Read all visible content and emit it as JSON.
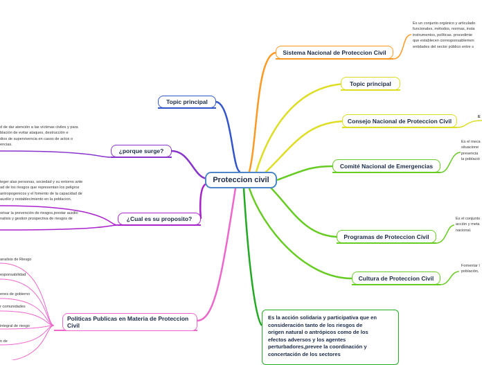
{
  "central": {
    "label": "Proteccion civil"
  },
  "left": {
    "topic": {
      "label": "Topic principal"
    },
    "porque": {
      "label": "¿porque surge?",
      "note": "d de dar atención a las víctimas civiles y para\nblación de evitar ataques, destrucción e\ndios de supervivencia en casos de actos o\nencias."
    },
    "proposito": {
      "label": "¿Cual es su proposito?",
      "note1": "teger alas personas, sociedad y su entorno ante\nad de los riesgos que representan los peligros\nantropogenicos y el fomento de la capacidad de\nauxilio y restablecimiento en la poblacion.",
      "note2": "orisar la prevención de riesgos,prestar auxilio\nnalisis y gestion prospectiva de riesgos de"
    },
    "politicas": {
      "label1": "Politicas Publicas en Materia de Proteccion",
      "label2": "Civil",
      "items": [
        "analisis de Riesgo",
        "esponsabilidad",
        "enes de gobierno",
        "r comunidades",
        "integral de riesgo",
        "n de",
        ""
      ]
    }
  },
  "right": {
    "sinaproc": {
      "label": "Sistema Nacional de Proteccion Civil",
      "note": "Es un conjunto orgánico y articulado\nfuncionales, métodos, normas, insta\ninstrumentos, políticas. procedimie\nque establecen corresponsablemen\nentidades del sector público entre s"
    },
    "topic": {
      "label": "Topic principal"
    },
    "consejo": {
      "label": "Consejo Nacional de Proteccion Civil",
      "note": "E"
    },
    "comite": {
      "label": "Comité Nacional de Emergencias",
      "note": "Es el meca\nsituacione\npresencia\nla població"
    },
    "programas": {
      "label": "Programas de Proteccion Civil",
      "note": "Es el conjunto\nacción y meta\nnacional."
    },
    "cultura": {
      "label": "Cultura de Proteccion Civil",
      "note": "Fomentar l\npoblación,"
    },
    "definicion": {
      "text": "Es la acción solidaria y participativa que en\nconsideración tanto de los riesgos de\norigen natural o antrópicos como de los\nefectos adversos y los agentes\nperturbadores,prevee la coordinación y\nconcertación de los sectores"
    }
  },
  "colors": {
    "central_border": "#4a86c8",
    "topic_left": "#3355cc",
    "porque": "#8833cc",
    "proposito": "#aa22cc",
    "politicas": "#ee66cc",
    "sinaproc": "#ff9922",
    "yellow_branch": "#dddd22",
    "green_branch": "#66cc22",
    "definicion": "#22aa22"
  }
}
